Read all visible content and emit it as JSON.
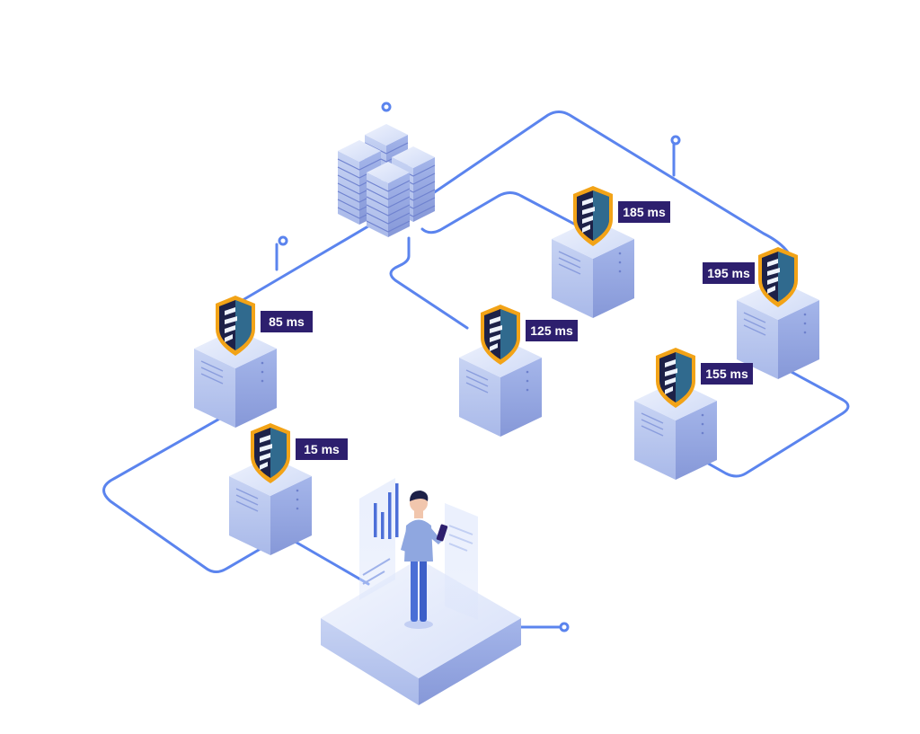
{
  "colors": {
    "background": "#ffffff",
    "network_line": "#5b84ee",
    "label_bg": "#2d1f6e",
    "label_text": "#ffffff",
    "shield_border": "#f2a317",
    "shield_dark": "#1d2148",
    "shield_light": "#eef3fb",
    "server_light": "#d8e2f8",
    "server_mid": "#b0c1ec",
    "server_dark": "#8e9fd6",
    "person_shirt": "#8fa7e0",
    "person_pants": "#4a6fd6"
  },
  "icons": {
    "hub": "server-cluster-icon",
    "node": "server-node-icon",
    "badge": "security-shield-icon",
    "endpoint": "network-endpoint-icon",
    "user": "person-with-tablet-icon",
    "screen": "bar-chart-screen-icon"
  },
  "nodes": [
    {
      "id": "node-15",
      "latency": "15 ms"
    },
    {
      "id": "node-85",
      "latency": "85 ms"
    },
    {
      "id": "node-125",
      "latency": "125 ms"
    },
    {
      "id": "node-185",
      "latency": "185 ms"
    },
    {
      "id": "node-195",
      "latency": "195 ms"
    },
    {
      "id": "node-155",
      "latency": "155 ms"
    }
  ]
}
